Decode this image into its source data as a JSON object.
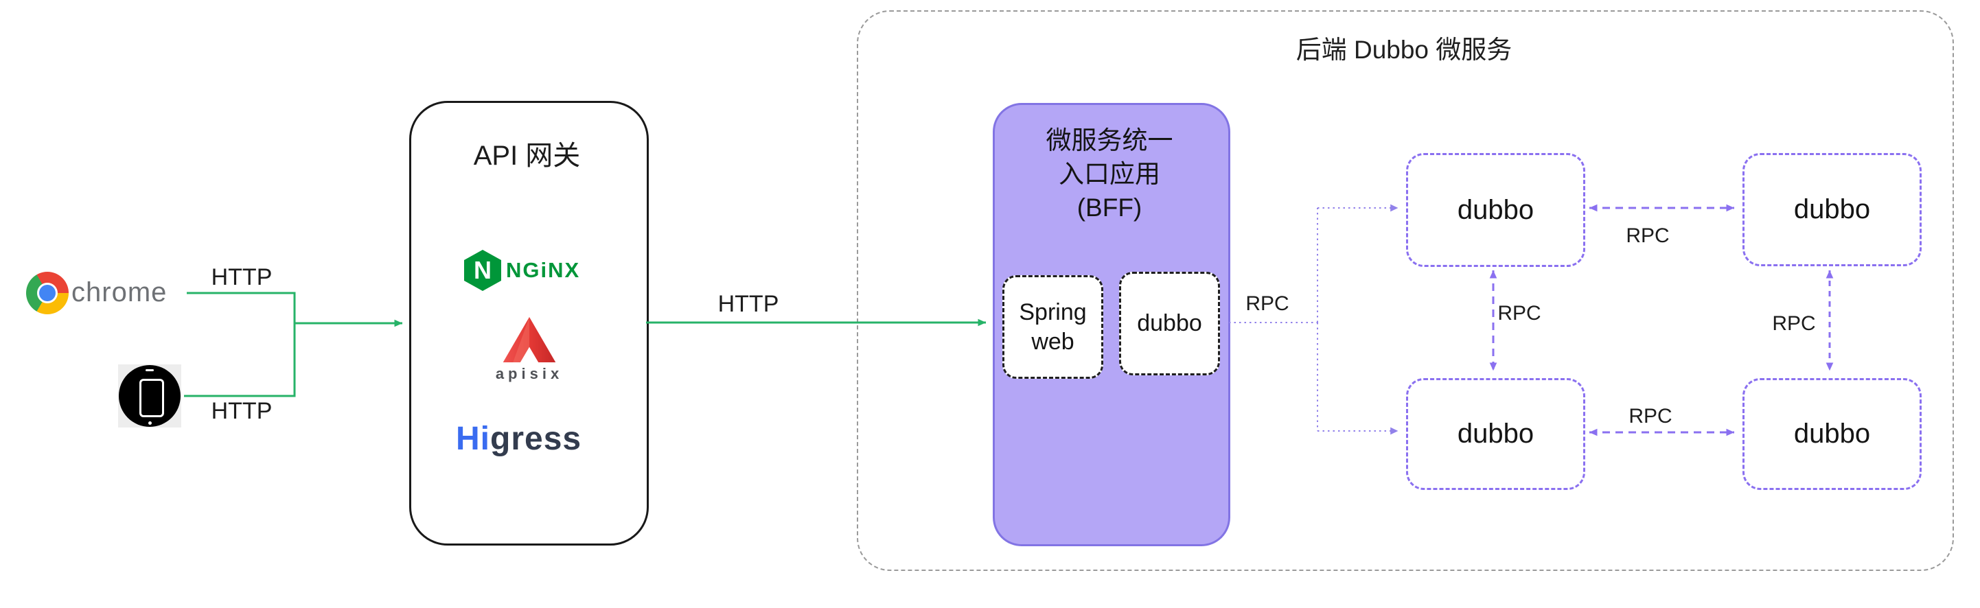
{
  "clients": {
    "browser_label": "chrome"
  },
  "labels": {
    "http_top": "HTTP",
    "http_bottom": "HTTP",
    "http_gateway_to_bff": "HTTP",
    "rpc_bff": "RPC",
    "rpc_top": "RPC",
    "rpc_left": "RPC",
    "rpc_right": "RPC",
    "rpc_bottom": "RPC"
  },
  "gateway": {
    "title": "API 网关",
    "nginx_letter": "N",
    "nginx_text": "NGiNX",
    "apisix_text": "apisix",
    "higress_hi": "Hi",
    "higress_rest": "gress"
  },
  "backend": {
    "title": "后端 Dubbo 微服务",
    "bff": {
      "title_lines": [
        "微服务统一",
        "入口应用",
        "(BFF)"
      ],
      "modules": {
        "spring_web": "Spring web",
        "dubbo": "dubbo"
      }
    },
    "services": {
      "top_left": "dubbo",
      "top_right": "dubbo",
      "bottom_left": "dubbo",
      "bottom_right": "dubbo"
    }
  },
  "colors": {
    "http_line_green": "#27b368",
    "rpc_dotted_purple": "#9181ea",
    "rpc_dashed_purple": "#8a70f0",
    "bff_fill": "#b4a6f6",
    "bff_border": "#8274e4",
    "container_border_gray": "#9a9a9a",
    "nginx_green": "#009639",
    "apisix_red": "#d9453c",
    "higress_blue": "#3a6cf0",
    "chrome_text_gray": "#6e7175"
  }
}
